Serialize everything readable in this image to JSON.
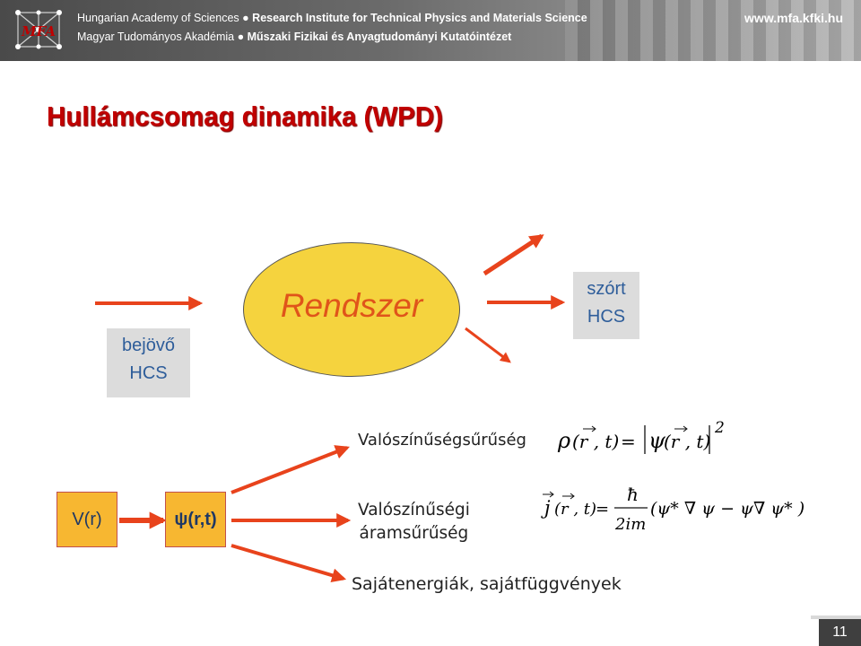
{
  "header": {
    "logo_text": "MFA",
    "line1_a": "Hungarian Academy of Sciences",
    "line1_b": "Research Institute for Technical Physics and Materials Science",
    "line2_a": "Magyar Tudományos Akadémia",
    "line2_b": "Műszaki Fizikai és Anyagtudományi Kutatóintézet",
    "url": "www.mfa.kfki.hu"
  },
  "title": "Hullámcsomag dinamika (WPD)",
  "diagram": {
    "incoming_line1": "bejövő",
    "incoming_line2": "HCS",
    "system": "Rendszer",
    "scattered_line1": "szórt",
    "scattered_line2": "HCS",
    "potential": "V(r)",
    "wavefunction": "ψ(r,t)",
    "density_label": "Valószínűségsűrűség",
    "current_line1": "Valószínűségi",
    "current_line2": "áramsűrűség",
    "eigen_label": "Sajátenergiák, sajátfüggvények"
  },
  "formulas": {
    "rho_lhs": "ρ",
    "rho_args": "(r , t)",
    "equals": "=",
    "psi": "ψ",
    "psi_args": "(r , t)",
    "square": "2",
    "j_lhs": "j",
    "j_args": "(r , t)",
    "hbar": "ħ",
    "denominator": "2im",
    "rhs": "(ψ* ∇ ψ − ψ∇ ψ* )"
  },
  "colors": {
    "title": "#c00000",
    "arrow": "#e8431c",
    "box_fill": "#dcdcdc",
    "box_text": "#2e5d9a",
    "ellipse_fill": "#f5d33e",
    "orange_box": "#f7b731"
  },
  "page_number": "11"
}
